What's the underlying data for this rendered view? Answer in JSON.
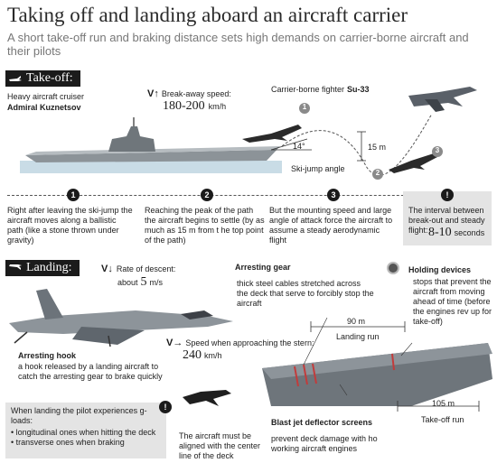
{
  "header": {
    "title": "Taking off and landing aboard an aircraft carrier",
    "subtitle": "A short take-off run and braking distance sets high demands on carrier-borne aircraft and their pilots"
  },
  "takeoff": {
    "tag": "Take-off:",
    "cruiser_label": "Heavy aircraft cruiser",
    "cruiser_name": "Admiral Kuznetsov",
    "breakaway_label": "Break-away speed:",
    "breakaway_value": "180-200",
    "breakaway_unit": "km/h",
    "fighter_label": "Carrier-borne fighter",
    "fighter_name": "Su-33",
    "angle_value": "14°",
    "height_value": "15 m",
    "ski_jump_label": "Ski-jump angle",
    "steps": [
      {
        "num": "1",
        "text": "Right after leaving the ski-jump the aircraft moves along a ballistic path (like a stone thrown under gravity)"
      },
      {
        "num": "2",
        "text": "Reaching the peak of the path the aircraft begins to settle (by as much as 15 m from t he top point of the path)"
      },
      {
        "num": "3",
        "text": "But the mounting speed and large angle of attack force the aircraft to assume a steady aerodynamic flight"
      }
    ],
    "interval": {
      "num": "!",
      "text": "The interval between break-out and steady flight:",
      "value": "8-10",
      "unit": "seconds"
    },
    "path_markers": [
      "1",
      "2",
      "3"
    ]
  },
  "landing": {
    "tag": "Landing:",
    "descent_label": "Rate of descent:",
    "descent_prefix": "about",
    "descent_value": "5",
    "descent_unit": "m/s",
    "arresting_gear_title": "Arresting gear",
    "arresting_gear_text": "thick steel cables stretched across the deck that serve to forcibly stop the aircraft",
    "holding_title": "Holding devices",
    "holding_text": "stops that prevent the aircraft from moving ahead of time (before the engines rev up for take-off)",
    "hook_title": "Arresting hook",
    "hook_text": "a hook released by a landing aircraft to catch the arresting gear to brake quickly",
    "approach_label": "Speed when approaching the stern:",
    "approach_value": "240",
    "approach_unit": "km/h",
    "landing_run_distance": "90 m",
    "landing_run_label": "Landing run",
    "takeoff_run_distance": "105 m",
    "takeoff_run_label": "Take-off run",
    "gloads_title": "When landing the pilot experiences g-loads:",
    "gloads_items": [
      "• longitudinal ones when hitting the deck",
      "• transverse ones when braking"
    ],
    "aligned_text": "The aircraft must be aligned with the center line of the deck",
    "aligned_icon": "!",
    "blast_title": "Blast jet deflector screens",
    "blast_text": "prevent deck damage with ho working aircraft engines"
  }
}
